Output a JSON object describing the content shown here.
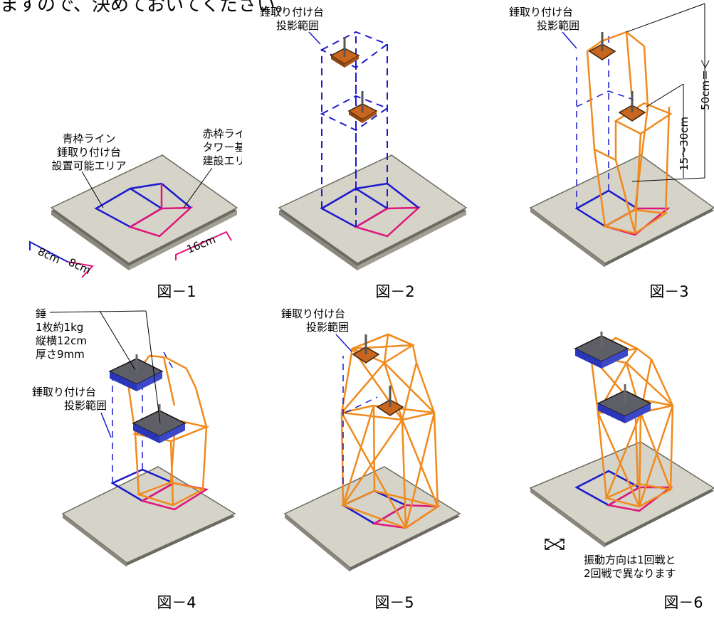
{
  "top_fragment": "ますので、決めておいてください。",
  "colors": {
    "plate": "#d6d3c9",
    "plate_edge": "#6b6b63",
    "blue": "#1a1acc",
    "pink": "#e0157a",
    "orange": "#f08a1c",
    "weight_plate": "#5e5e66",
    "weight_rim": "#2a36b8",
    "mount": "#c8651e"
  },
  "fig1": {
    "caption": "図－1",
    "blue_label": [
      "青枠ライン",
      "錘取り付け台",
      "設置可能エリア"
    ],
    "red_label": [
      "赤枠ライン",
      "タワー基礎",
      "建設エリア"
    ],
    "dim_8a": "8cm",
    "dim_8b": "8cm",
    "dim_16": "16cm"
  },
  "fig2": {
    "caption": "図－2",
    "label": [
      "錘取り付け台",
      "投影範囲"
    ]
  },
  "fig3": {
    "caption": "図－3",
    "label": [
      "錘取り付け台",
      "投影範囲"
    ],
    "dim_range": "15～30cm",
    "dim_total": "50cm＝＜"
  },
  "fig4": {
    "caption": "図－4",
    "weight_label": [
      "錘",
      "1枚約1kg",
      "縦横12cm",
      "厚さ9mm"
    ],
    "label": [
      "錘取り付け台",
      "投影範囲"
    ]
  },
  "fig5": {
    "caption": "図－5",
    "label": [
      "錘取り付け台",
      "投影範囲"
    ]
  },
  "fig6": {
    "caption": "図－6",
    "note": [
      "振動方向は1回戦と",
      "2回戦で異なります"
    ]
  }
}
